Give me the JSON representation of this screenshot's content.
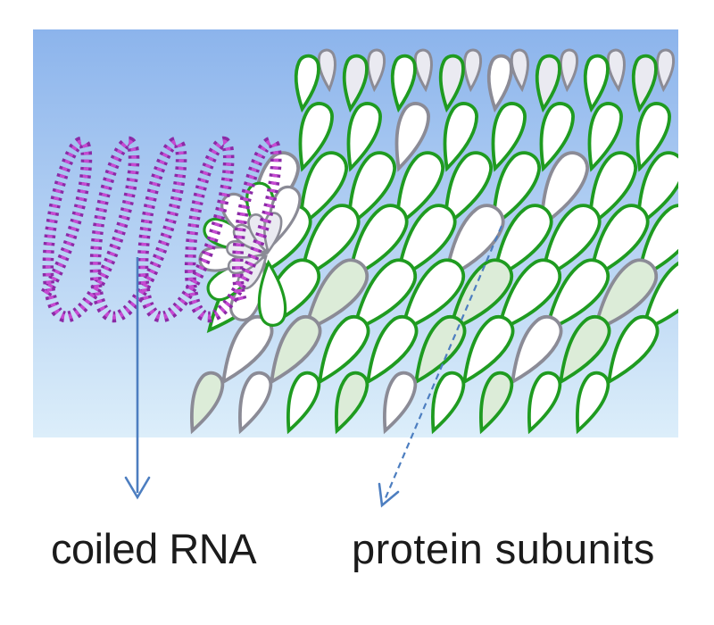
{
  "colors": {
    "background_top": "#8cb4ec",
    "background_bottom": "#dceefa",
    "rna_bead": "#8b2aa6",
    "rna_bead_core": "#c64ad2",
    "protein_outline": "#1f9b20",
    "protein_outline_gray": "#8b8b96",
    "protein_fill": "#ffffff",
    "protein_fill_gray": "#eaeaf1",
    "protein_fill_green": "#dcecd8",
    "arrow": "#4d7ec0",
    "label_text": "#1b1b1b"
  },
  "annotations": [
    {
      "label": "coiled RNA",
      "arrow_style": "solid"
    },
    {
      "label": "protein subunits",
      "arrow_style": "dashed"
    }
  ]
}
